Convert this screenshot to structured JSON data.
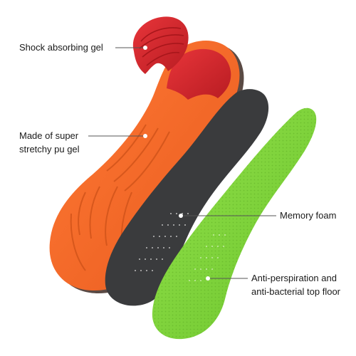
{
  "annotations": {
    "shock_gel": "Shock absorbing gel",
    "pu_gel_line1": "Made of super",
    "pu_gel_line2": "stretchy pu gel",
    "memory_foam": "Memory foam",
    "top_floor_line1": "Anti-perspiration and",
    "top_floor_line2": "anti-bacterial top floor"
  },
  "colors": {
    "orange_insole": "#f26a2a",
    "red_gel": "#d6272c",
    "foam": "#3a3b3d",
    "top_floor": "#7dd63a",
    "leader_line": "#555555"
  }
}
